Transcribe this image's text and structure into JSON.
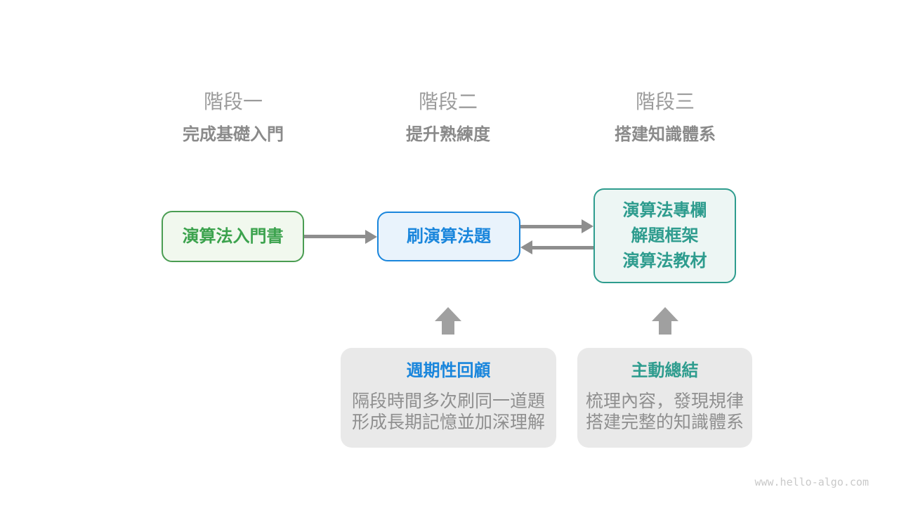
{
  "stages": [
    {
      "label": "階段一",
      "subtitle": "完成基礎入門"
    },
    {
      "label": "階段二",
      "subtitle": "提升熟練度"
    },
    {
      "label": "階段三",
      "subtitle": "搭建知識體系"
    }
  ],
  "nodes": [
    {
      "id": "intro-book",
      "accent": "green",
      "lines": [
        "演算法入門書"
      ]
    },
    {
      "id": "practice-problems",
      "accent": "blue",
      "lines": [
        "刷演算法題"
      ]
    },
    {
      "id": "advanced-resources",
      "accent": "teal",
      "lines": [
        "演算法專欄",
        "解題框架",
        "演算法教材"
      ]
    }
  ],
  "notes": [
    {
      "id": "periodic-review",
      "title": "週期性回顧",
      "lines": [
        "隔段時間多次刷同一道題",
        "形成長期記憶並加深理解"
      ]
    },
    {
      "id": "active-summary",
      "title": "主動總結",
      "lines": [
        "梳理內容，發現規律",
        "搭建完整的知識體系"
      ]
    }
  ],
  "watermark": "www.hello-algo.com",
  "colors": {
    "green": "#3ba24d",
    "green_border": "#4a9d52",
    "green_fill": "#f1f8ee",
    "blue": "#1a86dc",
    "blue_fill": "#e9f3fc",
    "teal": "#2e9c8e",
    "teal_fill": "#edf6f4",
    "note_background": "#e9e9e9",
    "arrow_gray": "#8e8e8e",
    "block_arrow_gray": "#a0a0a0",
    "stage_label_gray": "#9b9b9b",
    "stage_subtitle_gray": "#8a8a8a",
    "note_body_gray": "#8f8f8f",
    "watermark_gray": "#c9c9c9"
  }
}
